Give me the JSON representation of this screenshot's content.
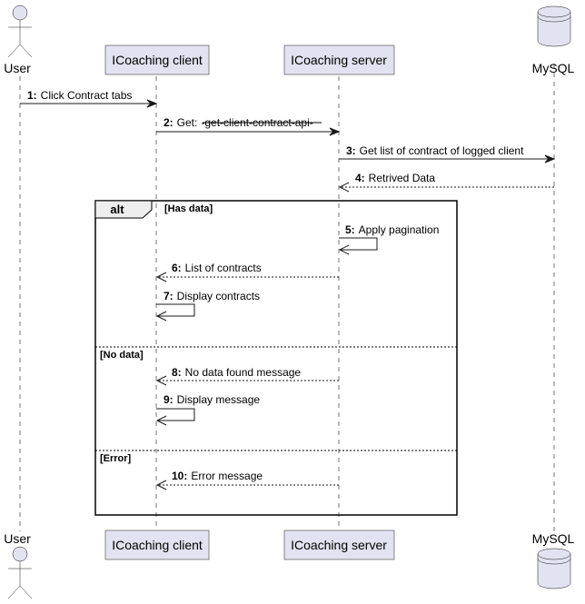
{
  "participants": [
    {
      "id": "user",
      "label": "User",
      "kind": "actor"
    },
    {
      "id": "client",
      "label": "ICoaching client",
      "kind": "participant"
    },
    {
      "id": "server",
      "label": "ICoaching server",
      "kind": "participant"
    },
    {
      "id": "db",
      "label": "MySQL",
      "kind": "database"
    }
  ],
  "messages": [
    {
      "num": "1:",
      "text": "Click Contract tabs",
      "from": "user",
      "to": "client",
      "style": "solid"
    },
    {
      "num": "2:",
      "text": "Get:",
      "struck_text": "-get-client-contract-api-",
      "from": "client",
      "to": "server",
      "style": "solid"
    },
    {
      "num": "3:",
      "text": "Get list of contract of logged client",
      "from": "server",
      "to": "db",
      "style": "solid"
    },
    {
      "num": "4:",
      "text": "Retrived Data",
      "from": "db",
      "to": "server",
      "style": "dashed"
    },
    {
      "num": "5:",
      "text": "Apply pagination",
      "from": "server",
      "to": "server",
      "style": "self"
    },
    {
      "num": "6:",
      "text": "List of contracts",
      "from": "server",
      "to": "client",
      "style": "dashed"
    },
    {
      "num": "7:",
      "text": "Display contracts",
      "from": "client",
      "to": "client",
      "style": "self"
    },
    {
      "num": "8:",
      "text": "No data found message",
      "from": "server",
      "to": "client",
      "style": "dashed"
    },
    {
      "num": "9:",
      "text": "Display message",
      "from": "client",
      "to": "client",
      "style": "self"
    },
    {
      "num": "10:",
      "text": "Error message",
      "from": "server",
      "to": "client",
      "style": "dashed"
    }
  ],
  "alt": {
    "label": "alt",
    "guards": [
      "[Has data]",
      "[No data]",
      "[Error]"
    ]
  }
}
